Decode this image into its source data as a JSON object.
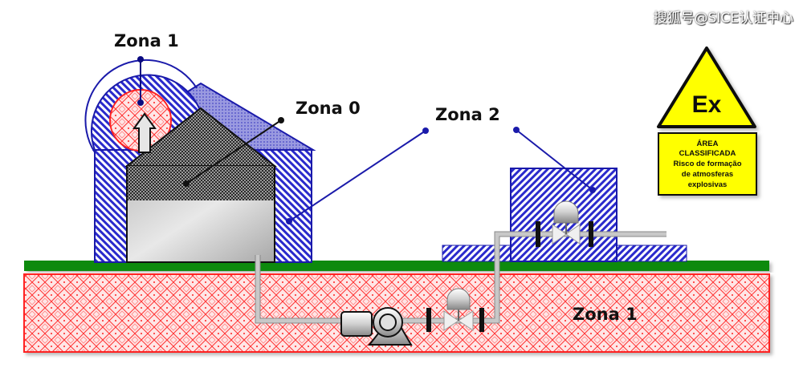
{
  "watermark": "搜狐号@SICE认证中心",
  "zones": {
    "zona1_top": "Zona 1",
    "zona0": "Zona 0",
    "zona2": "Zona 2",
    "zona1_ground": "Zona 1"
  },
  "sign": {
    "symbol": "Ex",
    "lines": [
      "ÁREA",
      "CLASSIFICADA",
      "Risco de formação",
      "de atmosferas",
      "explosivas"
    ]
  },
  "colors": {
    "zone0": "#333333",
    "zone1": "#ff2020",
    "zone2": "#1a1aaa",
    "ground": "#0a8a0a",
    "sign": "#ffff00"
  },
  "icons": [
    "tank-vent-arrow-icon",
    "pump-icon",
    "control-valve-icon",
    "flange-icon",
    "warning-triangle-icon"
  ]
}
